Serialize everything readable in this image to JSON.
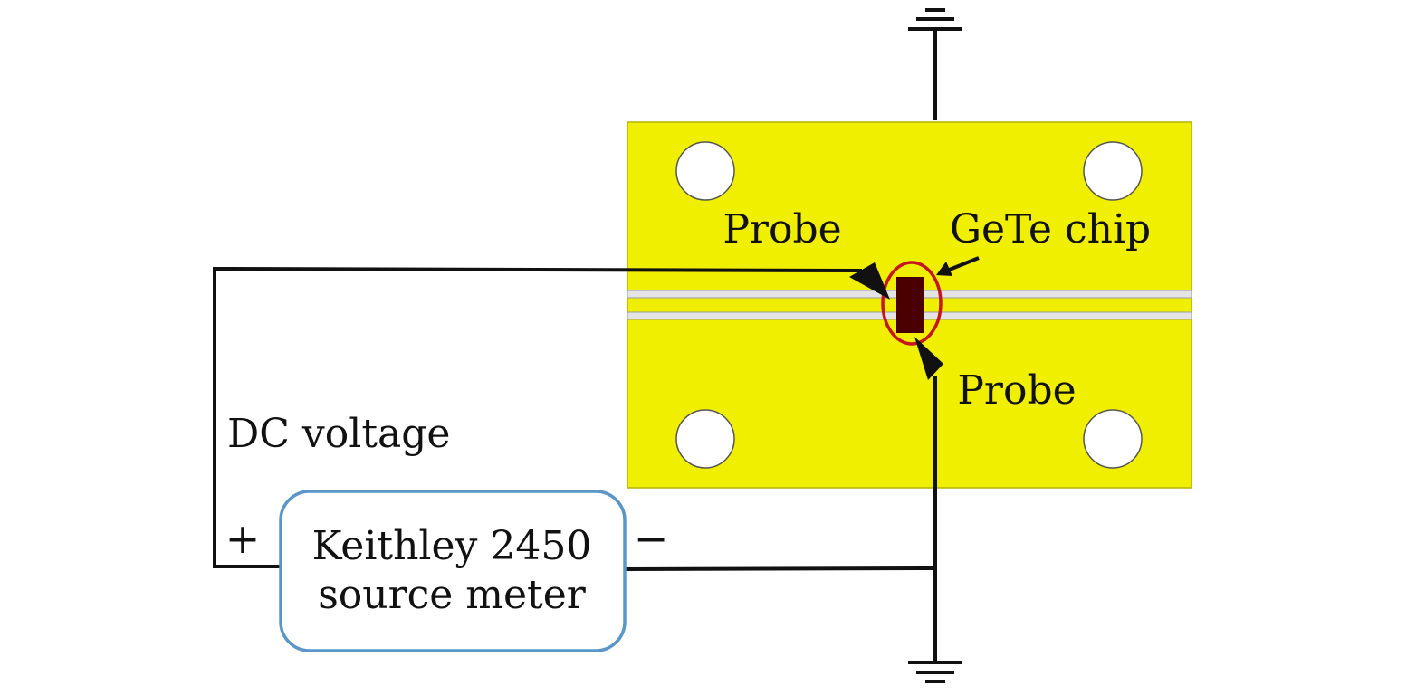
{
  "labels": {
    "probe_top": "Probe",
    "chip": "GeTe chip",
    "probe_bottom": "Probe",
    "dc_voltage": "DC voltage",
    "plus": "+",
    "minus": "−",
    "meter_line1": "Keithley 2450",
    "meter_line2": "source meter"
  },
  "colors": {
    "board": "#f0ef00",
    "board_edge": "#b6b300",
    "strip": "#e4e4e4",
    "chip": "#4a0000",
    "chip_marker": "#c4161c",
    "meter_border": "#5a96c8",
    "wire": "#111111"
  }
}
